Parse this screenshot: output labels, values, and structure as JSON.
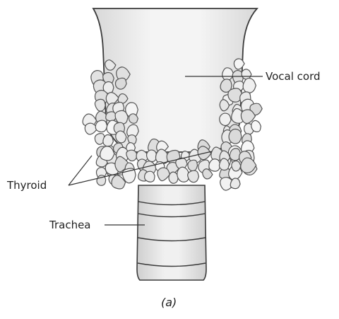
{
  "labels": {
    "vocal_cord": "Vocal cord",
    "thyroid": "Thyroid",
    "trachea": "Trachea"
  },
  "caption": "(a)",
  "colors": {
    "fill": "#e6e6e6",
    "fill_light": "#f2f2f2",
    "outline": "#3a3a3a",
    "cell_line": "#555555"
  }
}
